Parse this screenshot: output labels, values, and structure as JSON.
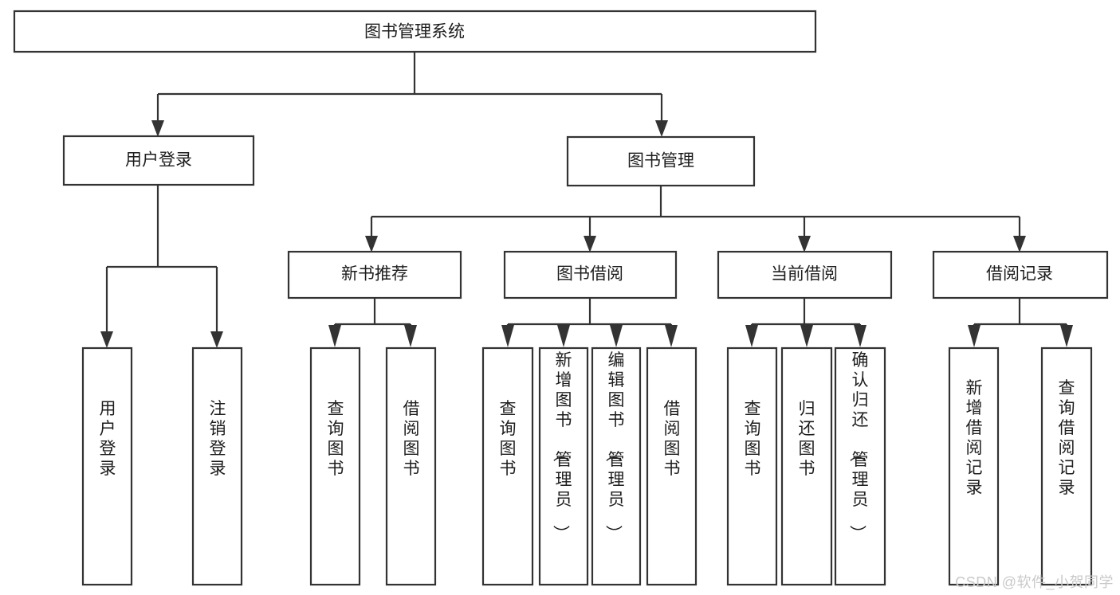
{
  "diagram": {
    "type": "tree",
    "orientation": "top-down",
    "root": {
      "id": "root",
      "label": "图书管理系统",
      "text_orientation": "horizontal"
    },
    "level2": [
      {
        "id": "user-login",
        "label": "用户登录",
        "text_orientation": "horizontal"
      },
      {
        "id": "book-manage",
        "label": "图书管理",
        "text_orientation": "horizontal"
      }
    ],
    "level3": [
      {
        "id": "new-book-recommend",
        "label": "新书推荐",
        "text_orientation": "horizontal",
        "parent": "book-manage"
      },
      {
        "id": "book-borrow",
        "label": "图书借阅",
        "text_orientation": "horizontal",
        "parent": "book-manage"
      },
      {
        "id": "current-borrow",
        "label": "当前借阅",
        "text_orientation": "horizontal",
        "parent": "book-manage"
      },
      {
        "id": "borrow-record",
        "label": "借阅记录",
        "text_orientation": "horizontal",
        "parent": "book-manage"
      }
    ],
    "leaves": [
      {
        "id": "leaf-user-login",
        "label": "用户登录",
        "text_orientation": "vertical",
        "parent": "user-login"
      },
      {
        "id": "leaf-user-logout",
        "label": "注销登录",
        "text_orientation": "vertical",
        "parent": "user-login"
      },
      {
        "id": "leaf-query-book-1",
        "label": "查询图书",
        "text_orientation": "vertical",
        "parent": "new-book-recommend"
      },
      {
        "id": "leaf-borrow-book-1",
        "label": "借阅图书",
        "text_orientation": "vertical",
        "parent": "new-book-recommend"
      },
      {
        "id": "leaf-query-book-2",
        "label": "查询图书",
        "text_orientation": "vertical",
        "parent": "book-borrow"
      },
      {
        "id": "leaf-add-book",
        "label": "新增图书（管理员）",
        "text_orientation": "vertical",
        "parent": "book-borrow"
      },
      {
        "id": "leaf-edit-book",
        "label": "编辑图书（管理员）",
        "text_orientation": "vertical",
        "parent": "book-borrow"
      },
      {
        "id": "leaf-borrow-book-2",
        "label": "借阅图书",
        "text_orientation": "vertical",
        "parent": "book-borrow"
      },
      {
        "id": "leaf-query-book-3",
        "label": "查询图书",
        "text_orientation": "vertical",
        "parent": "current-borrow"
      },
      {
        "id": "leaf-return-book",
        "label": "归还图书",
        "text_orientation": "vertical",
        "parent": "current-borrow"
      },
      {
        "id": "leaf-confirm-return",
        "label": "确认归还（管理员）",
        "text_orientation": "vertical",
        "parent": "current-borrow"
      },
      {
        "id": "leaf-add-record",
        "label": "新增借阅记录",
        "text_orientation": "vertical",
        "parent": "borrow-record"
      },
      {
        "id": "leaf-query-record",
        "label": "查询借阅记录",
        "text_orientation": "vertical",
        "parent": "borrow-record"
      }
    ],
    "colors": {
      "box_stroke": "#333333",
      "box_fill": "#ffffff",
      "text": "#1d1d1d",
      "connector": "#333333",
      "background": "#ffffff",
      "watermark": "#c9c9c9"
    }
  },
  "watermark": {
    "text": "CSDN @软件_小贺同学"
  }
}
